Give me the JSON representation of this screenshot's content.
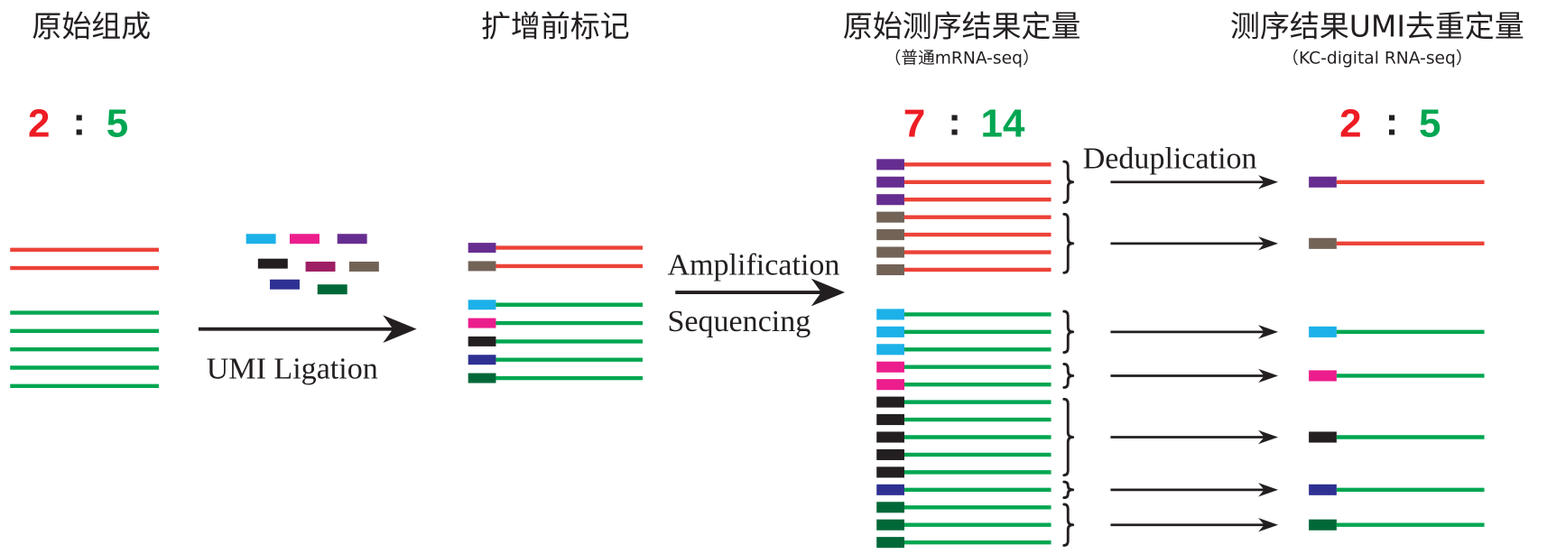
{
  "colors": {
    "text": "#231f20",
    "ratio_red": "#ed1c24",
    "ratio_green": "#00a651",
    "ratio_sep": "#231f20",
    "arrow": "#231f20",
    "brace": "#231f20",
    "strand": {
      "red": "#ec4238",
      "green": "#00a651"
    },
    "umi": {
      "cyan": "#1cb1e8",
      "magenta": "#ec1d8c",
      "purple": "#662d91",
      "black": "#231f20",
      "maroon": "#9e1f63",
      "brown": "#736357",
      "navy": "#2e3192",
      "darkgreen": "#006838"
    }
  },
  "original": {
    "title": "原始组成",
    "ratio": {
      "red": "2",
      "sep": ":",
      "green": "5"
    },
    "strands": [
      "red",
      "red",
      "green",
      "green",
      "green",
      "green",
      "green"
    ]
  },
  "umi_pool": [
    "cyan",
    "magenta",
    "purple",
    "black",
    "maroon",
    "brown",
    "navy",
    "darkgreen"
  ],
  "ligation": {
    "label": "UMI Ligation"
  },
  "tagged": {
    "title": "扩增前标记",
    "molecules": [
      {
        "strand": "red",
        "umi": "purple"
      },
      {
        "strand": "red",
        "umi": "brown"
      },
      {
        "strand": "green",
        "umi": "cyan"
      },
      {
        "strand": "green",
        "umi": "magenta"
      },
      {
        "strand": "green",
        "umi": "black"
      },
      {
        "strand": "green",
        "umi": "navy"
      },
      {
        "strand": "green",
        "umi": "darkgreen"
      }
    ]
  },
  "amplification": {
    "label_top": "Amplification",
    "label_bottom": "Sequencing"
  },
  "sequenced": {
    "title": "原始测序结果定量",
    "subtitle": "（普通mRNA-seq）",
    "ratio": {
      "red": "7",
      "sep": ":",
      "green": "14"
    },
    "read_groups": [
      {
        "strand": "red",
        "umi": "purple",
        "reads": 3
      },
      {
        "strand": "red",
        "umi": "brown",
        "reads": 4
      },
      {
        "strand": "green",
        "umi": "cyan",
        "reads": 3
      },
      {
        "strand": "green",
        "umi": "magenta",
        "reads": 2
      },
      {
        "strand": "green",
        "umi": "black",
        "reads": 5
      },
      {
        "strand": "green",
        "umi": "navy",
        "reads": 1
      },
      {
        "strand": "green",
        "umi": "darkgreen",
        "reads": 3
      }
    ]
  },
  "deduplication": {
    "label": "Deduplication"
  },
  "deduplicated": {
    "title": "测序结果UMI去重定量",
    "subtitle": "（KC-digital RNA-seq）",
    "ratio": {
      "red": "2",
      "sep": ":",
      "green": "5"
    }
  }
}
